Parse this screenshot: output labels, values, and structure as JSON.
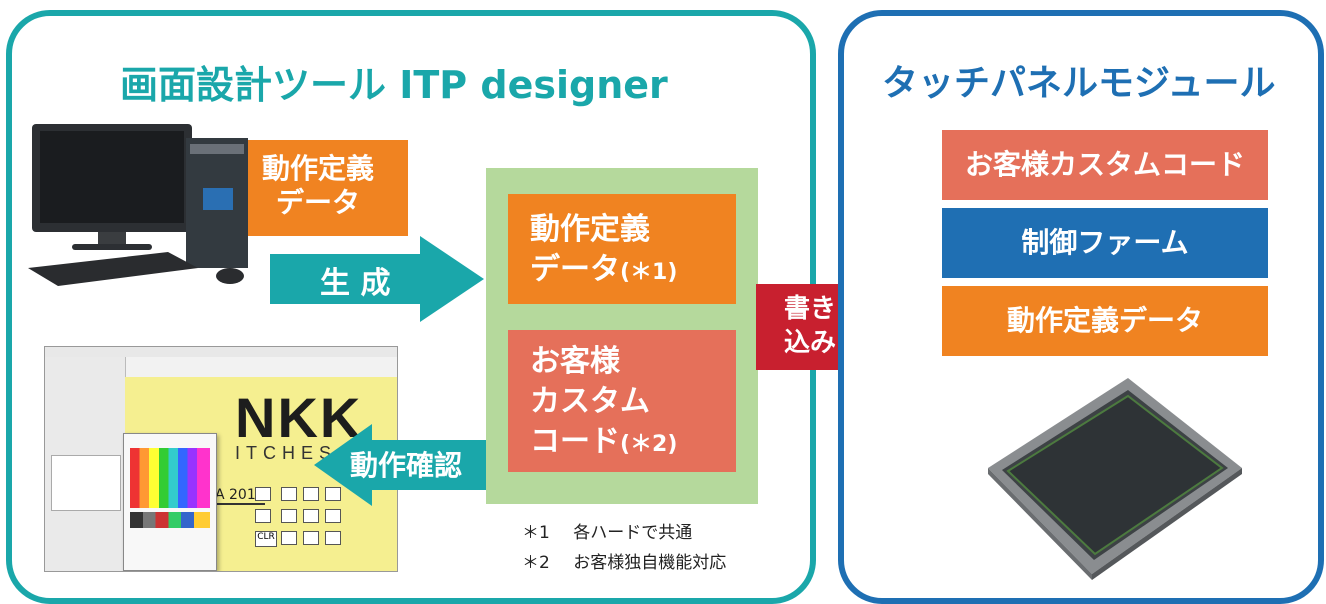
{
  "left_panel": {
    "title": "画面設計ツール ITP designer",
    "pc_data_label": [
      "動作定義",
      "データ"
    ],
    "generate_arrow_label": "生 成",
    "verify_arrow_label": "動作確認",
    "green_box": {
      "data_label_line1": "動作定義",
      "data_label_line2": "データ",
      "data_label_note": "(＊1)",
      "custom_label_line1": "お客様",
      "custom_label_line2": "カスタム",
      "custom_label_line3": "コード",
      "custom_label_note": "(＊2)"
    },
    "notes": [
      {
        "mark": "＊1",
        "text": "各ハードで共通"
      },
      {
        "mark": "＊2",
        "text": "お客様独自機能対応"
      }
    ],
    "screenshot": {
      "logo_text": "NKK",
      "logo_sub": "ITCHES",
      "year_text": "A 2019",
      "keypad_clear": "CLR"
    }
  },
  "write_arrow_label": [
    "書き",
    "込み"
  ],
  "right_panel": {
    "title": "タッチパネルモジュール",
    "stack": [
      {
        "label": "お客様カスタムコード",
        "color": "#e5705a"
      },
      {
        "label": "制御ファーム",
        "color": "#1f6fb3"
      },
      {
        "label": "動作定義データ",
        "color": "#f08321"
      }
    ]
  },
  "colors": {
    "teal": "#1aa7aa",
    "blue": "#1e6fb3",
    "orange": "#f08321",
    "salmon": "#e5705a",
    "green_bg": "#b5d99c",
    "red_arrow": "#c8202f"
  }
}
